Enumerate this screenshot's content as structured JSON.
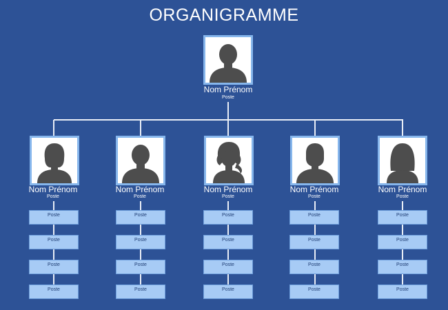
{
  "title": "ORGANIGRAMME",
  "colors": {
    "background": "#2d5296",
    "photo_border": "#86b6ec",
    "post_box": "#a7cbf5",
    "silhouette": "#4d4d4d",
    "connector": "#e9eef6"
  },
  "root": {
    "name": "Nom Prénom",
    "role": "Poste",
    "icon": "person-male-icon"
  },
  "columns": [
    {
      "name": "Nom Prénom",
      "role": "Poste",
      "icon": "person-female-short-hair-icon",
      "posts": [
        "Poste",
        "Poste",
        "Poste",
        "Poste"
      ]
    },
    {
      "name": "Nom Prénom",
      "role": "Poste",
      "icon": "person-male-icon",
      "posts": [
        "Poste",
        "Poste",
        "Poste",
        "Poste"
      ]
    },
    {
      "name": "Nom Prénom",
      "role": "Poste",
      "icon": "person-female-curly-hair-icon",
      "posts": [
        "Poste",
        "Poste",
        "Poste",
        "Poste"
      ]
    },
    {
      "name": "Nom Prénom",
      "role": "Poste",
      "icon": "person-male-short-hair-icon",
      "posts": [
        "Poste",
        "Poste",
        "Poste",
        "Poste"
      ]
    },
    {
      "name": "Nom Prénom",
      "role": "Poste",
      "icon": "person-female-long-hair-icon",
      "posts": [
        "Poste",
        "Poste",
        "Poste",
        "Poste"
      ]
    }
  ]
}
